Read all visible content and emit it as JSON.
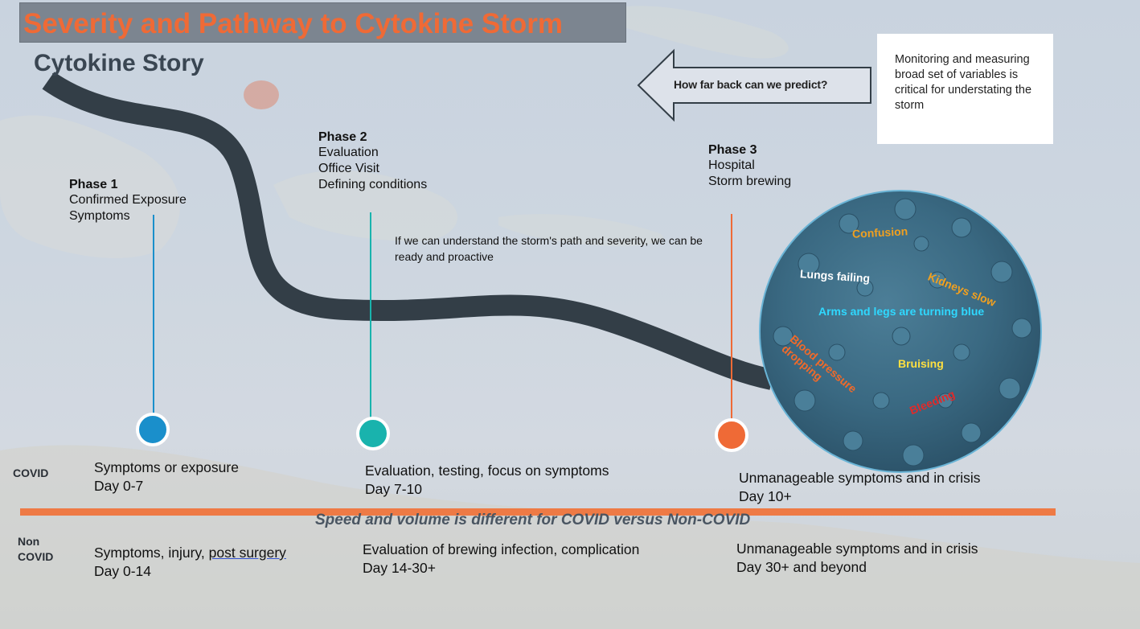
{
  "title": "Severity and Pathway to Cytokine Storm",
  "subtitle": "Cytokine Story",
  "callout": "Monitoring and measuring broad set of variables is critical for understating the storm",
  "arrow_label": "How far back can we predict?",
  "note": "If we can understand the storm's path and severity, we can be ready and proactive",
  "phases": [
    {
      "heading": "Phase 1",
      "lines": [
        "Confirmed Exposure",
        "Symptoms"
      ],
      "color": "#1a8fcb"
    },
    {
      "heading": "Phase 2",
      "lines": [
        "Evaluation",
        "Office Visit",
        "Defining conditions"
      ],
      "color": "#19b3ad"
    },
    {
      "heading": "Phase 3",
      "lines": [
        "Hospital",
        "Storm brewing"
      ],
      "color": "#ef6a36"
    }
  ],
  "covid_label": "COVID",
  "covid_stages": [
    {
      "text": "Symptoms or exposure",
      "day": "Day 0-7"
    },
    {
      "text": "Evaluation, testing, focus on symptoms",
      "day": "Day 7-10"
    },
    {
      "text": "Unmanageable symptoms and in crisis",
      "day": "Day 10+"
    }
  ],
  "divider_text": "Speed and volume is different for COVID versus Non-COVID",
  "noncovid_label": [
    "Non",
    "COVID"
  ],
  "noncovid_stages": [
    {
      "text_prefix": "Symptoms, injury, ",
      "text_link": "post surgery",
      "day": "Day 0-14"
    },
    {
      "text": "Evaluation of brewing infection, complication",
      "day": "Day 14-30+"
    },
    {
      "text": "Unmanageable symptoms and in crisis",
      "day": "Day 30+ and beyond"
    }
  ],
  "symptoms": [
    {
      "label": "Confusion",
      "color": "#f0a020"
    },
    {
      "label": "Kidneys slow",
      "color": "#f0a020"
    },
    {
      "label": "Lungs failing",
      "color": "#ffffff"
    },
    {
      "label": "Arms and legs are turning blue",
      "color": "#2fd8ff"
    },
    {
      "label": "Blood pressure dropping",
      "color": "#f06a2a"
    },
    {
      "label": "Bruising",
      "color": "#ffe040"
    },
    {
      "label": "Bleeding",
      "color": "#e02a2a"
    }
  ],
  "colors": {
    "accent": "#ef6a36",
    "path": "#333e47",
    "divider": "#ee7a45"
  }
}
